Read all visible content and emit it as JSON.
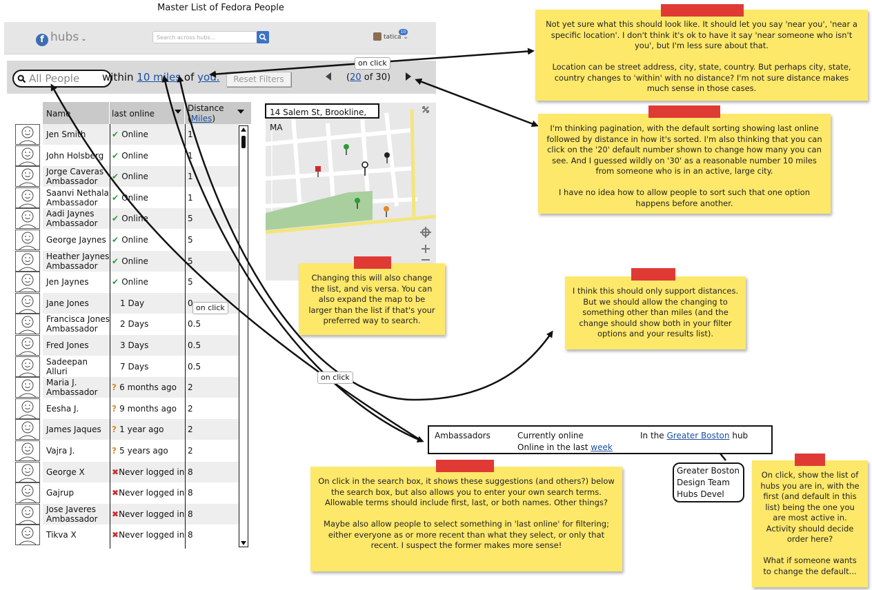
{
  "title": "Master List of Fedora People",
  "header": {
    "logo_text": "hubs",
    "search_placeholder": "Search across hubs...",
    "username": "tatica",
    "notification_count": "10"
  },
  "filter": {
    "search_value": "All People",
    "within_text": "within",
    "distance_link": "10 miles",
    "of_text": "of",
    "you_link": "you.",
    "reset_label": "Reset Filters",
    "page_current": "20",
    "page_total_text": "of 30)",
    "page_open": "("
  },
  "table": {
    "col_name": "Name",
    "col_last": "last online",
    "col_distance": "Distance",
    "col_units": "Miles",
    "rows": [
      {
        "name": "Jen Smith",
        "sub": "",
        "status": "Online",
        "type": "ok",
        "dist": "1"
      },
      {
        "name": "John Holsberg",
        "sub": "",
        "status": "Online",
        "type": "ok",
        "dist": "1"
      },
      {
        "name": "Jorge Caveras",
        "sub": "Ambassador",
        "status": "Online",
        "type": "ok",
        "dist": "1"
      },
      {
        "name": "Saanvi Nethala",
        "sub": "Ambassador",
        "status": "Online",
        "type": "ok",
        "dist": "1"
      },
      {
        "name": "Aadi Jaynes",
        "sub": "Ambassador",
        "status": "Online",
        "type": "ok",
        "dist": "5"
      },
      {
        "name": "George Jaynes",
        "sub": "",
        "status": "Online",
        "type": "ok",
        "dist": "5"
      },
      {
        "name": "Heather Jaynes",
        "sub": "Ambassador",
        "status": "Online",
        "type": "ok",
        "dist": "5"
      },
      {
        "name": "Jen Jaynes",
        "sub": "",
        "status": "Online",
        "type": "ok",
        "dist": "5"
      },
      {
        "name": "Jane Jones",
        "sub": "",
        "status": "1 Day",
        "type": "none",
        "dist": "0"
      },
      {
        "name": "Francisca Jones",
        "sub": "Ambassador",
        "status": "2 Days",
        "type": "none",
        "dist": "0.5"
      },
      {
        "name": "Fred Jones",
        "sub": "",
        "status": "3 Days",
        "type": "none",
        "dist": "0.5"
      },
      {
        "name": "Sadeepan Alluri",
        "sub": "Ambassador",
        "status": "7 Days",
        "type": "none",
        "dist": "0.5"
      },
      {
        "name": "Maria J.",
        "sub": "Ambassador",
        "status": "6 months ago",
        "type": "q",
        "dist": "2"
      },
      {
        "name": "Eesha J.",
        "sub": "",
        "status": "9 months ago",
        "type": "q",
        "dist": "2"
      },
      {
        "name": "James Jaques",
        "sub": "",
        "status": "1 year ago",
        "type": "q",
        "dist": "2"
      },
      {
        "name": "Vajra J.",
        "sub": "",
        "status": "5 years ago",
        "type": "q",
        "dist": "2"
      },
      {
        "name": "George X",
        "sub": "",
        "status": "Never logged in",
        "type": "x",
        "dist": "8"
      },
      {
        "name": "Gajrup",
        "sub": "",
        "status": "Never logged in",
        "type": "x",
        "dist": "8"
      },
      {
        "name": "Jose Javeres",
        "sub": "Ambassador",
        "status": "Never logged in",
        "type": "x",
        "dist": "8"
      },
      {
        "name": "Tikva X",
        "sub": "",
        "status": "Never logged in",
        "type": "x",
        "dist": "8"
      }
    ]
  },
  "map": {
    "location": "14 Salem St, Brookline, MA"
  },
  "notes": {
    "location": "Not yet sure what this should look like. It should let you say 'near you', 'near a specific location'. I don't think it's ok to have it say 'near someone who isn't you', but I'm less sure about that.\n\nLocation can be street address, city, state, country. But perhaps city, state, country changes to 'within' with no distance? I'm not sure distance makes much sense in those cases.",
    "pagination": "I'm thinking pagination, with the default sorting showing last online followed by distance in how it's sorted. I'm also thinking that you can click on the '20' default number shown to change how many you can see. And I guessed wildly on '30' as a reasonable number 10 miles from someone who is in an active, large city.\n\nI have no idea how to allow people to sort such that one option happens before another.",
    "map": "Changing this will also change the list, and vis versa. You can also expand the map to be larger than the list if that's your preferred way to search.",
    "distance": "I think this should only support distances. But we should allow the changing to something other than miles (and the change should show both in your filter options and your results list).",
    "search": "On click in the search box, it shows these suggestions (and others?) below the search box, but also allows you to enter your own search terms. Allowable terms should include first, last, or both names. Other things?\n\nMaybe also allow people to select something in 'last online' for filtering; either everyone as or more recent than what they select, or only that recent. I suspect the former makes more sense!",
    "hubs": "On click, show the list of hubs you are in, with the first (and default in this list) being the one you are most active in. Activity should decide order here?\n\nWhat if someone wants to change the default..."
  },
  "on_click": "on click",
  "suggestions": {
    "ambassadors": "Ambassadors",
    "currently_online": "Currently online",
    "online_last": "Online in the last",
    "week": "week",
    "in_the": "In the",
    "hub_link": "Greater Boston",
    "hub_word": "hub"
  },
  "hub_list": [
    "Greater Boston",
    "Design Team",
    "Hubs Devel"
  ]
}
